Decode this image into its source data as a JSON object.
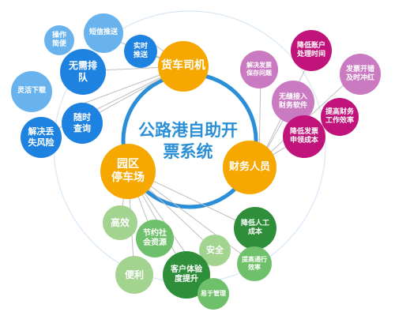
{
  "title": "公路港自助开\n票系统",
  "colors": {
    "hub": "#f6a800",
    "blue_dark": "#1e82e0",
    "blue_light": "#68b3ee",
    "magenta": "#c0147a",
    "pink": "#c97ac0",
    "green_dark": "#2e8e3a",
    "green_mid": "#6fc06a",
    "green_light": "#a2d38f",
    "ring": "#2a8fd8",
    "outer_ring": "#d6e7f6"
  },
  "hubs": [
    {
      "id": "driver",
      "label": "货车司机"
    },
    {
      "id": "park",
      "label": "园区\n停车场"
    },
    {
      "id": "finance",
      "label": "财务人员"
    }
  ],
  "driver_bubbles": [
    {
      "label": "操作\n简便"
    },
    {
      "label": "短信推送"
    },
    {
      "label": "实时\n推送"
    },
    {
      "label": "无需排\n队"
    },
    {
      "label": "灵活下载"
    },
    {
      "label": "随时\n查询"
    },
    {
      "label": "解决丢\n失风险"
    }
  ],
  "finance_bubbles": [
    {
      "label": "解决发票\n保存问题"
    },
    {
      "label": "降低账户\n处理时间"
    },
    {
      "label": "发票开错\n及时冲红"
    },
    {
      "label": "无缝接入\n财务软件"
    },
    {
      "label": "提高财务\n工作效率"
    },
    {
      "label": "降低发票\n申领成本"
    }
  ],
  "park_bubbles": [
    {
      "label": "高效"
    },
    {
      "label": "降低人工\n成本"
    },
    {
      "label": "节约社\n会资源"
    },
    {
      "label": "安全"
    },
    {
      "label": "便利"
    },
    {
      "label": "客户体验\n度提升"
    },
    {
      "label": "提高通行\n效率"
    },
    {
      "label": "易于管理"
    }
  ]
}
